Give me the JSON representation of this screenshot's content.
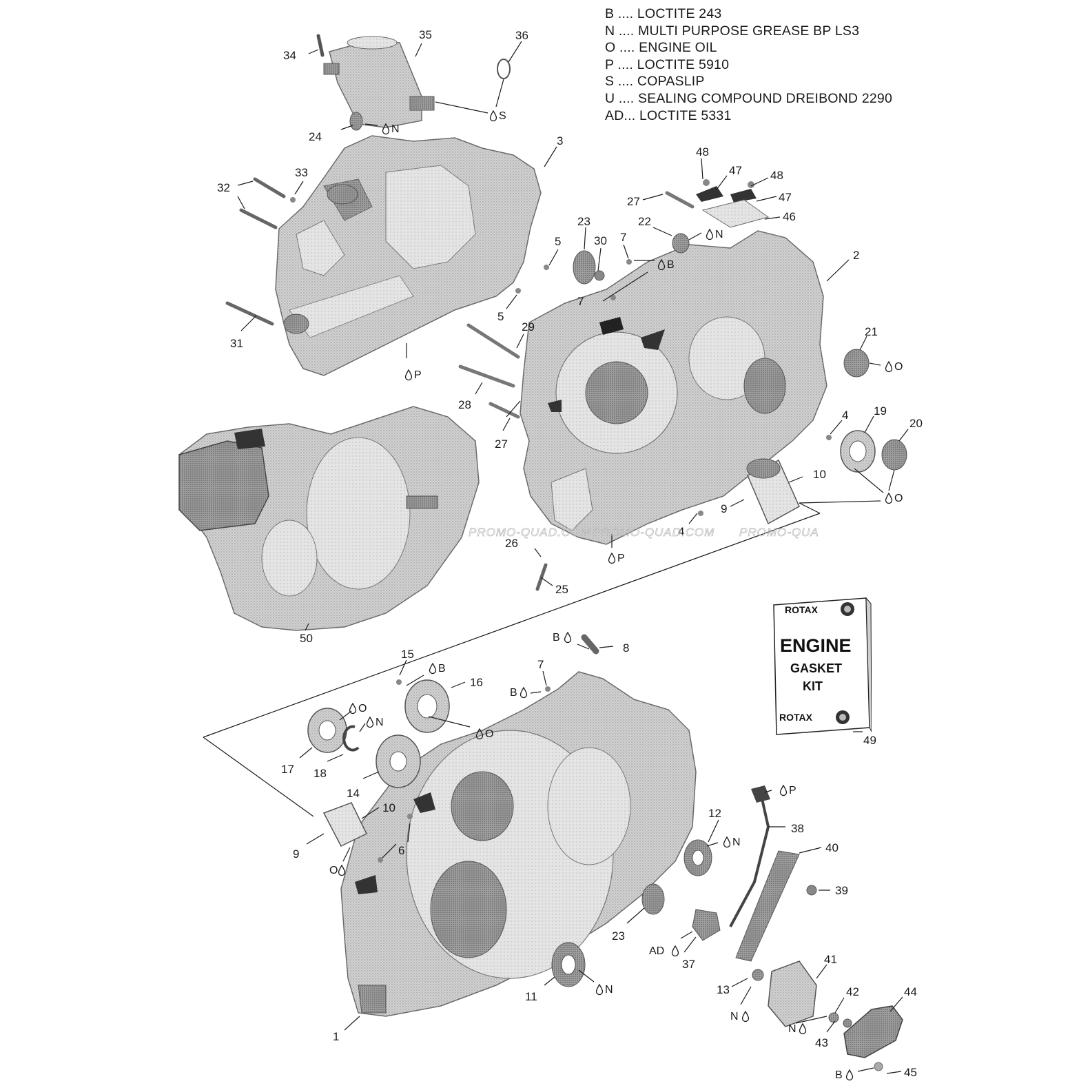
{
  "legend": [
    {
      "code": "B ....",
      "text": "LOCTITE 243"
    },
    {
      "code": "N ....",
      "text": "MULTI PURPOSE GREASE BP LS3"
    },
    {
      "code": "O ....",
      "text": "ENGINE OIL"
    },
    {
      "code": "P ....",
      "text": "LOCTITE 5910"
    },
    {
      "code": "S ....",
      "text": "COPASLIP"
    },
    {
      "code": "U ....",
      "text": "SEALING COMPOUND DREIBOND 2290"
    },
    {
      "code": "AD...",
      "text": "LOCTITE 5331"
    }
  ],
  "watermark": {
    "w1": "PROMO-QUAD.COM",
    "w2": "PROMO-QUAD.COM",
    "w3": "PROMO-QUA"
  },
  "kit": {
    "brand_top": "ROTAX",
    "line1": "ENGINE",
    "line2": "GASKET",
    "line3": "KIT",
    "brand_bottom": "ROTAX"
  },
  "callouts": {
    "c1": "1",
    "c2": "2",
    "c3": "3",
    "c4a": "4",
    "c4b": "4",
    "c5a": "5",
    "c5b": "5",
    "c6": "6",
    "c7a": "7",
    "c7b": "7",
    "c7c": "7",
    "c8": "8",
    "c9a": "9",
    "c9b": "9",
    "c10a": "10",
    "c10b": "10",
    "c11": "11",
    "c12": "12",
    "c13": "13",
    "c14": "14",
    "c15": "15",
    "c16": "16",
    "c17": "17",
    "c18": "18",
    "c19": "19",
    "c20": "20",
    "c21": "21",
    "c22": "22",
    "c23a": "23",
    "c23b": "23",
    "c24": "24",
    "c25": "25",
    "c26": "26",
    "c27a": "27",
    "c27b": "27",
    "c28": "28",
    "c29": "29",
    "c30": "30",
    "c31": "31",
    "c32": "32",
    "c33": "33",
    "c34": "34",
    "c35": "35",
    "c36": "36",
    "c37": "37",
    "c38": "38",
    "c39": "39",
    "c40": "40",
    "c41": "41",
    "c42": "42",
    "c43": "43",
    "c44": "44",
    "c45": "45",
    "c46": "46",
    "c47a": "47",
    "c47b": "47",
    "c48a": "48",
    "c48b": "48",
    "c49": "49",
    "c50": "50"
  },
  "lubricants": {
    "l_s": "S",
    "l_n24": "N",
    "l_n22": "N",
    "l_b7": "B",
    "l_p_top": "P",
    "l_o21": "O",
    "l_o19": "O",
    "l_p_mid": "P",
    "l_b8": "B",
    "l_b15": "B",
    "l_b7b": "B",
    "l_o17": "O",
    "l_n18": "N",
    "l_o16": "O",
    "l_o9": "O",
    "l_n12": "N",
    "l_p38": "P",
    "l_ad": "AD",
    "l_n11": "N",
    "l_n13": "N",
    "l_n43": "N",
    "l_b45": "B"
  }
}
